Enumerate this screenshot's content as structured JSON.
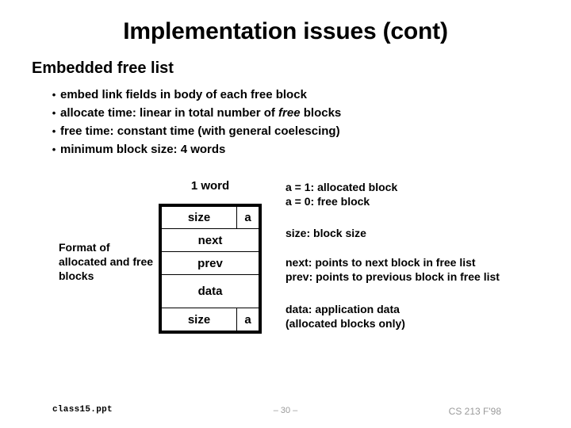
{
  "slide": {
    "title": "Implementation issues (cont)",
    "subtitle": "Embedded free list",
    "bullet_marker": "•",
    "bullets": [
      {
        "pre": "embed link fields in body of each free block",
        "ital": "",
        "post": ""
      },
      {
        "pre": "allocate time: linear in total number of ",
        "ital": "free",
        "post": " blocks"
      },
      {
        "pre": "free time: constant time (with general coelescing)",
        "ital": "",
        "post": ""
      },
      {
        "pre": "minimum block size: 4 words",
        "ital": "",
        "post": ""
      }
    ]
  },
  "diagram": {
    "word_label": "1 word",
    "caption": "Format of allocated and free blocks",
    "rows": [
      {
        "label": "size",
        "flag": "a",
        "split": true
      },
      {
        "label": "next",
        "flag": "",
        "split": false
      },
      {
        "label": "prev",
        "flag": "",
        "split": false
      },
      {
        "label": "data",
        "flag": "",
        "split": false
      },
      {
        "label": "size",
        "flag": "a",
        "split": true
      }
    ]
  },
  "annotations": {
    "alloc_flag_line1": "a = 1: allocated block",
    "alloc_flag_line2": "a = 0: free block",
    "size_line1": "size: block size",
    "next_line": "next: points to next block in free list",
    "prev_line": "prev: points to previous block in free list",
    "data_line1": "data: application data",
    "data_line2": "(allocated blocks only)"
  },
  "footer": {
    "file": "class15.ppt",
    "page": "– 30 –",
    "course": "CS 213 F'98",
    "muted_color": "#9a9a9a"
  }
}
